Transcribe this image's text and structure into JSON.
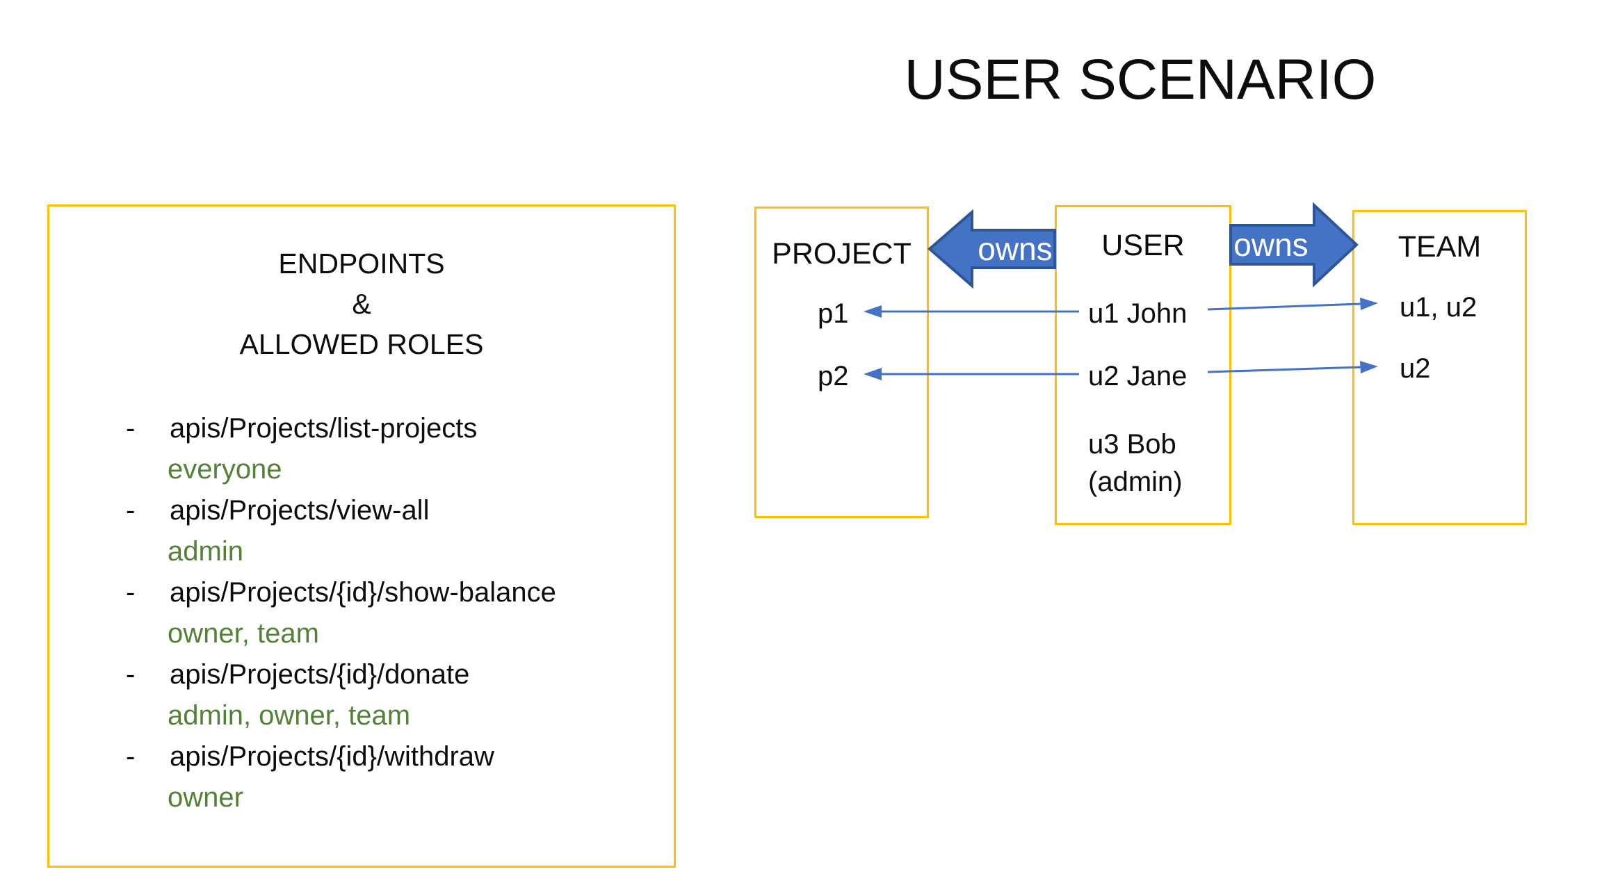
{
  "title": "USER SCENARIO",
  "colors": {
    "box_border": "#FFC000",
    "arrow_fill": "#4472C4",
    "arrow_outline": "#2F5597",
    "role_green": "#538135",
    "text_black": "#0d0d0d",
    "owns_text_white": "#ffffff"
  },
  "endpoints": {
    "heading": [
      "ENDPOINTS",
      "&",
      "ALLOWED ROLES"
    ],
    "items": [
      {
        "dash": "-",
        "path": "apis/Projects/list-projects",
        "roles": "everyone"
      },
      {
        "dash": "-",
        "path": "apis/Projects/view-all",
        "roles": "admin"
      },
      {
        "dash": "-",
        "path": "apis/Projects/{id}/show-balance",
        "roles": "owner, team"
      },
      {
        "dash": "-",
        "path": "apis/Projects/{id}/donate",
        "roles": "admin, owner, team"
      },
      {
        "dash": "-",
        "path": "apis/Projects/{id}/withdraw",
        "roles": "owner"
      }
    ]
  },
  "diagram": {
    "project": {
      "label": "PROJECT",
      "rows": [
        "p1",
        "p2"
      ]
    },
    "user": {
      "label": "USER",
      "rows": [
        "u1 John",
        "u2 Jane",
        "u3 Bob",
        "(admin)"
      ]
    },
    "team": {
      "label": "TEAM",
      "rows": [
        "u1, u2",
        "u2"
      ]
    },
    "owns_left": "owns",
    "owns_right": "owns"
  }
}
